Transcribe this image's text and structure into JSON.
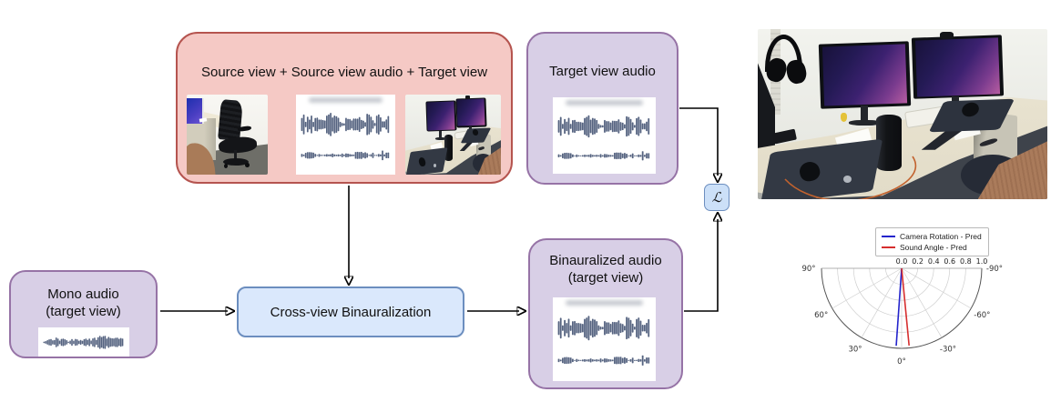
{
  "figure": {
    "boxes": {
      "source": {
        "title": "Source view + Source view audio + Target view"
      },
      "target_audio": {
        "title": "Target view audio"
      },
      "binauralized": {
        "title_line1": "Binauralized audio",
        "title_line2": "(target view)"
      },
      "mono": {
        "title_line1": "Mono audio",
        "title_line2": "(target view)"
      },
      "model": {
        "title": "Cross-view Binauralization"
      },
      "loss": {
        "label": "ℒ"
      }
    },
    "assets": {
      "source_view_image": "office-chair-desk-photo",
      "source_audio_image": "stereo-waveform",
      "target_view_image": "dual-monitor-desk-photo",
      "target_audio_image": "stereo-waveform",
      "binauralized_audio_image": "stereo-waveform",
      "mono_audio_image": "mono-waveform",
      "result_photo": "dual-monitor-desk-photo"
    },
    "colors": {
      "source_fill": "#F5C9C5",
      "source_stroke": "#B5544F",
      "purple_fill": "#D8CFE6",
      "purple_stroke": "#9673A6",
      "blue_fill": "#DAE8FC",
      "blue_stroke": "#6C8EBF",
      "loss_fill": "#CCE0F8",
      "waveform": "#556380"
    },
    "chart_data": {
      "type": "polar-half",
      "legend": [
        {
          "label": "Camera Rotation - Pred",
          "color": "#2424CC"
        },
        {
          "label": "Sound Angle - Pred",
          "color": "#D62E2E"
        }
      ],
      "radial_ticks": [
        "0.0",
        "0.2",
        "0.4",
        "0.6",
        "0.8",
        "1.0"
      ],
      "radial_tick_values": [
        0,
        0.2,
        0.4,
        0.6,
        0.8,
        1.0
      ],
      "rlim": [
        0,
        1.0
      ],
      "angle_ticks": [
        {
          "label": "90°",
          "deg": 90
        },
        {
          "label": "60°",
          "deg": 60
        },
        {
          "label": "30°",
          "deg": 30
        },
        {
          "label": "0°",
          "deg": 0
        },
        {
          "label": "-30°",
          "deg": -30
        },
        {
          "label": "-60°",
          "deg": -60
        },
        {
          "label": "-90°",
          "deg": -90
        }
      ],
      "series": [
        {
          "name": "Camera Rotation - Pred",
          "angle_deg": 4,
          "r": 0.97,
          "color": "#2424CC"
        },
        {
          "name": "Sound Angle - Pred",
          "angle_deg": -5.5,
          "r": 0.97,
          "color": "#D62E2E"
        }
      ],
      "orientation": "lower semicircle, 0° at bottom, positive angles on left",
      "grid": true,
      "legend_position": "top-center"
    }
  }
}
